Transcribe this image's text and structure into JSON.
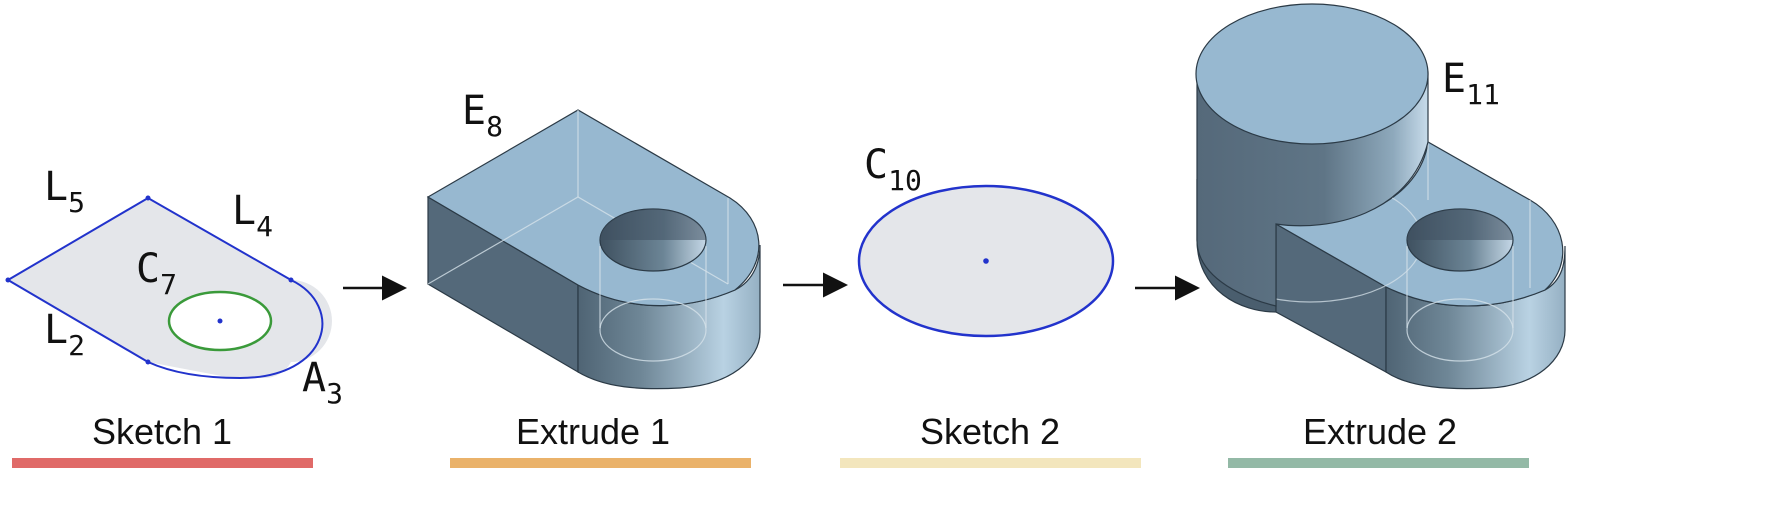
{
  "steps": [
    {
      "caption": "Sketch 1",
      "color": "#e06a68"
    },
    {
      "caption": "Extrude 1",
      "color": "#eab26a"
    },
    {
      "caption": "Sketch 2",
      "color": "#f3e6bd"
    },
    {
      "caption": "Extrude 2",
      "color": "#93b9a6"
    }
  ],
  "labels": {
    "L5": {
      "base": "L",
      "sub": "5"
    },
    "L4": {
      "base": "L",
      "sub": "4"
    },
    "C7": {
      "base": "C",
      "sub": "7"
    },
    "L2": {
      "base": "L",
      "sub": "2"
    },
    "A3": {
      "base": "A",
      "sub": "3"
    },
    "E8": {
      "base": "E",
      "sub": "8"
    },
    "C10": {
      "base": "C",
      "sub": "10"
    },
    "E11": {
      "base": "E",
      "sub": "11"
    }
  },
  "colors": {
    "sketch_curve": "#2233cc",
    "constraint_circle": "#3a9a3a",
    "sketch_fill": "#e4e6ea",
    "face_top": "#97b8d0",
    "face_side": "#54697a",
    "face_dark": "#4a5e6e"
  }
}
